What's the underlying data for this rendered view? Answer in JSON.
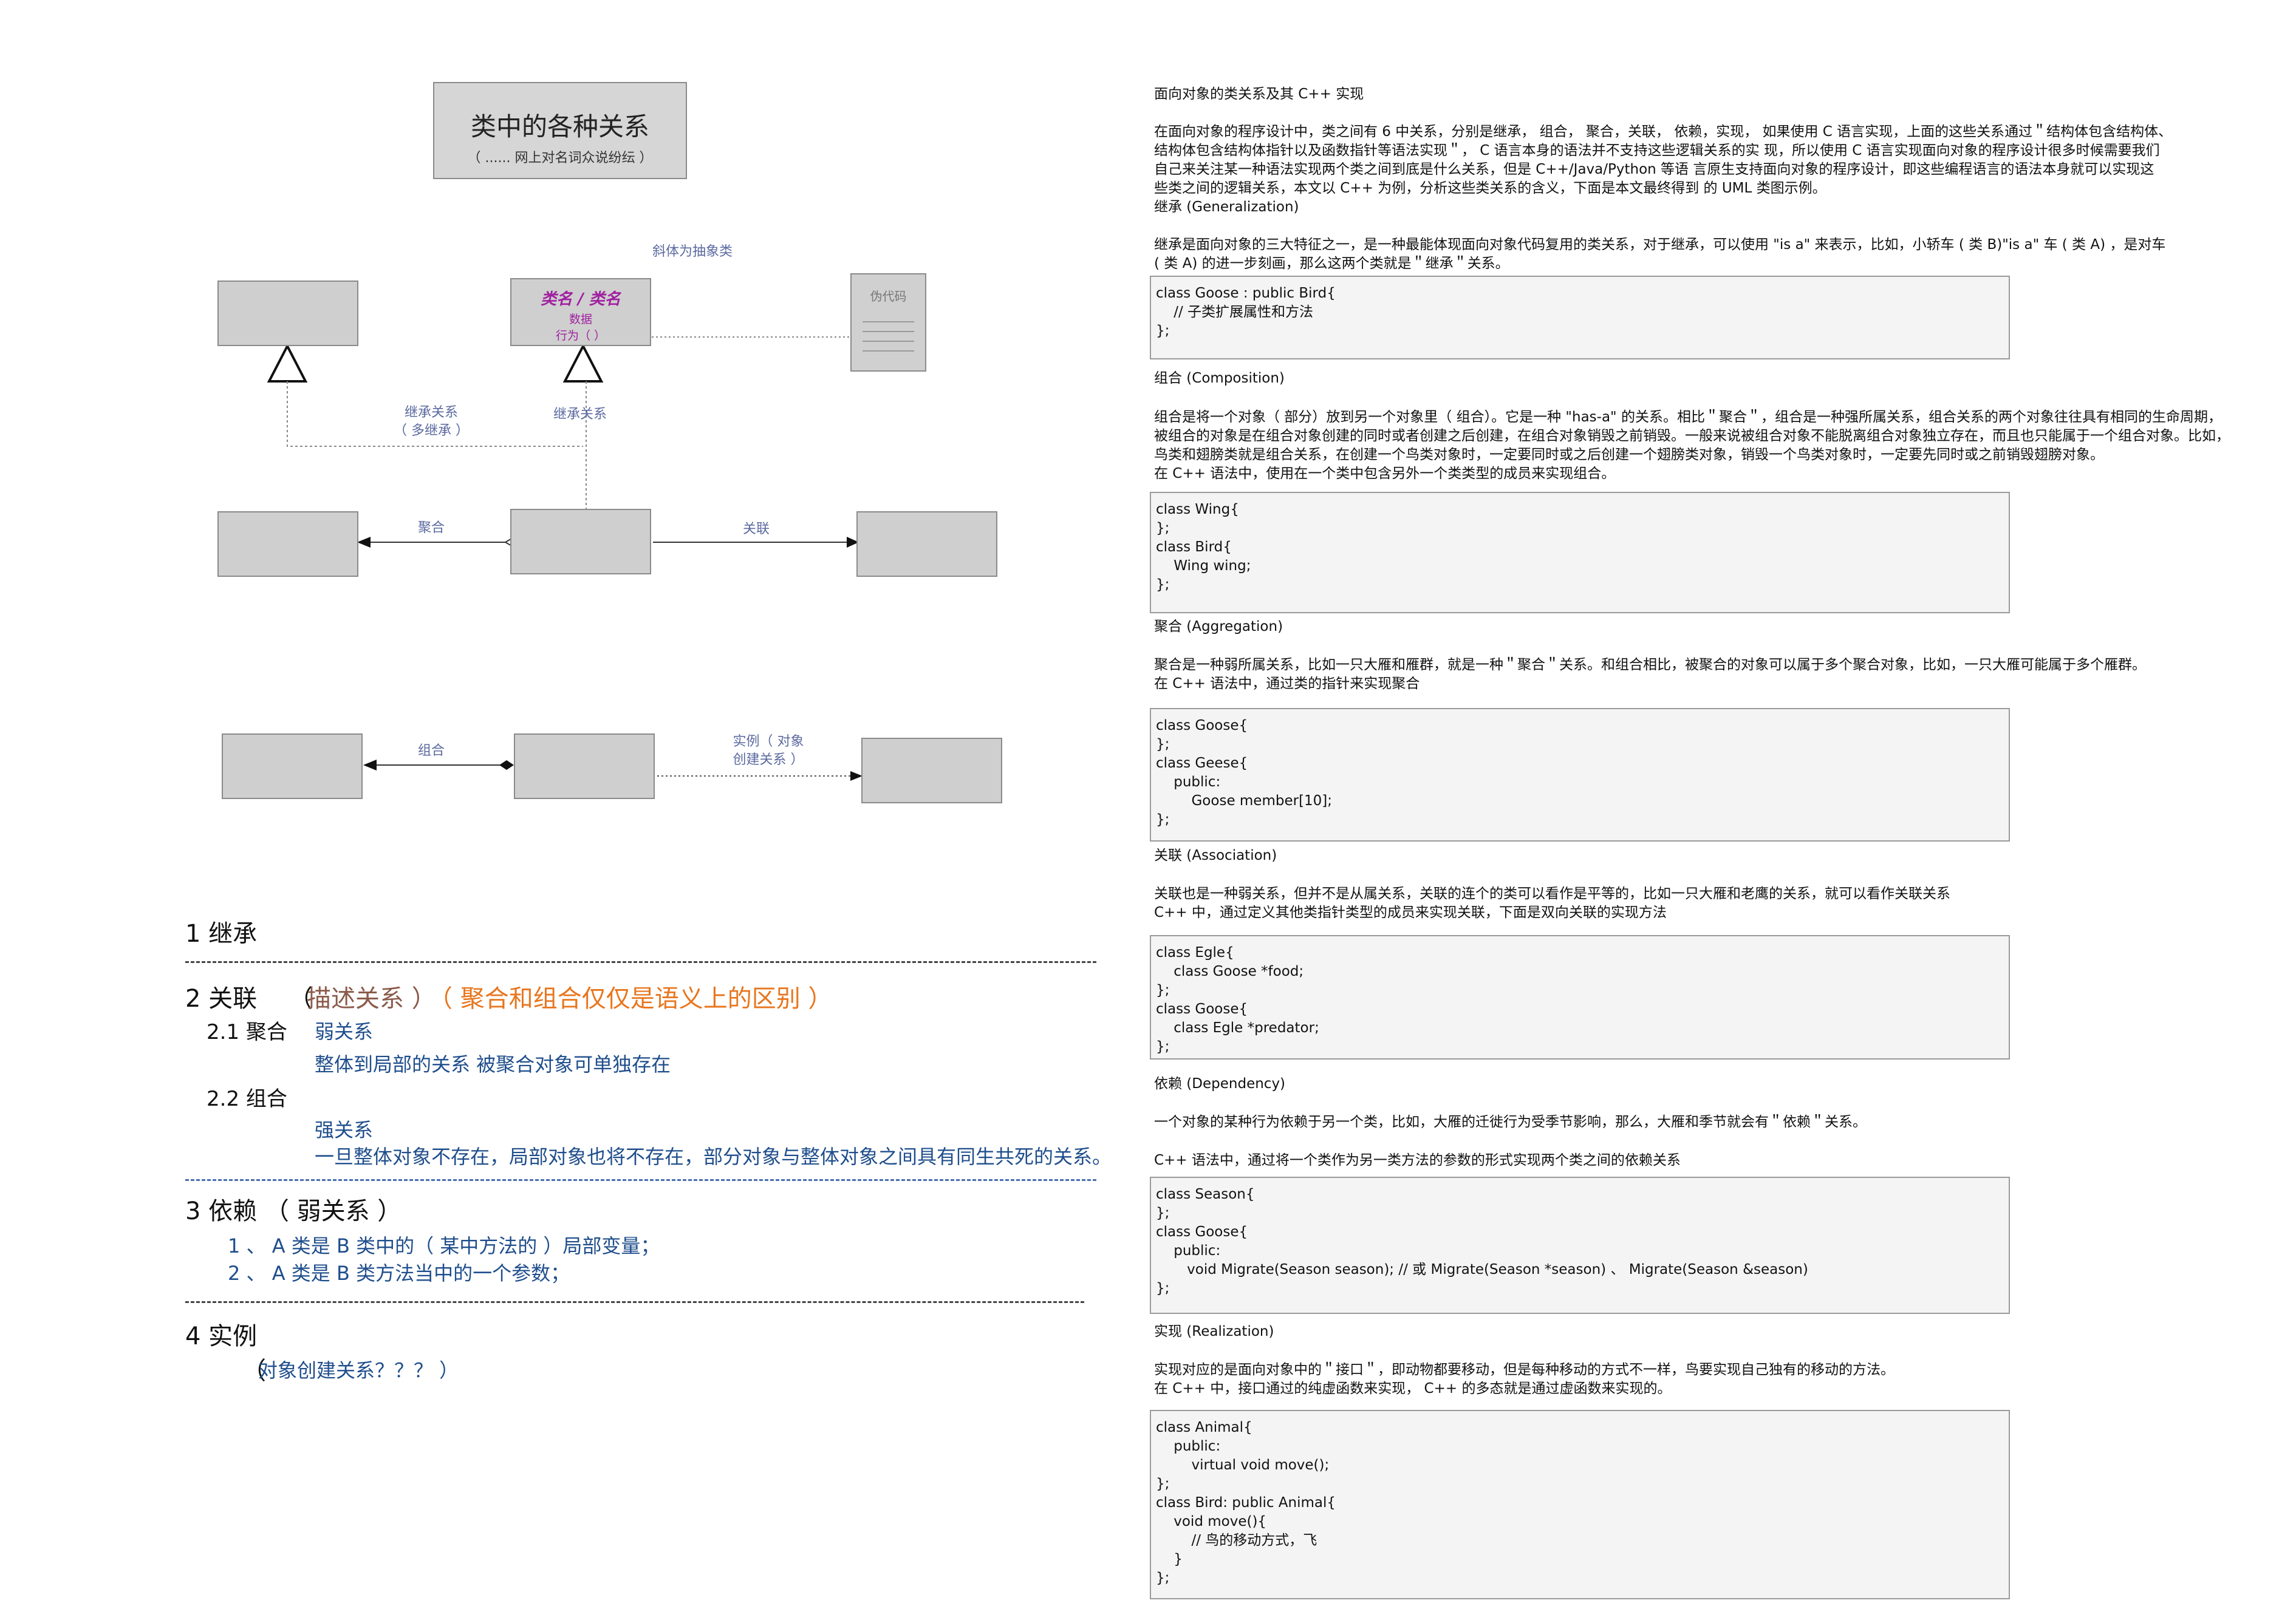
{
  "diagram": {
    "title": "类中的各种关系",
    "subtitle": "（ ...... 网上对名词众说纷纭 ）",
    "abstract_note": "斜体为抽象类",
    "abstract_class": {
      "name": "类名 / 类名",
      "data": "数据",
      "behavior": "行为（ ）"
    },
    "pseudocode_label": "伪代码",
    "labels": {
      "inherit_multi": "继承关系\n（ 多继承 ）",
      "inherit": "继承关系",
      "aggregation": "聚合",
      "association": "关联",
      "composition": "组合",
      "instance": "实例（ 对象\n创建关系 ）"
    }
  },
  "summary": {
    "s1": "1 继承",
    "s2": "2 关联",
    "s2_desc": "描述关系 ）",
    "s2_open": "（",
    "s2_note": "（ 聚合和组合仅仅是语义上的区别 ）",
    "s21": "2.1 聚合",
    "s21_a": "弱关系",
    "s21_b": "整体到局部的关系  被聚合对象可单独存在",
    "s22": "2.2 组合",
    "s22_a": "强关系",
    "s22_b": "一旦整体对象不存在，局部对象也将不存在，部分对象与整体对象之间具有同生共死的关系。",
    "s3": "3  依赖 （ 弱关系  ）",
    "s3_a": "1 、 A 类是 B 类中的（ 某中方法的 ）局部变量；",
    "s3_b": "2 、 A 类是 B 类方法当中的一个参数；",
    "s4": "4  实例",
    "s4_open": "（",
    "s4_a": "对象创建关系？？？ ）"
  },
  "article": {
    "heading": "面向对象的类关系及其 C++ 实现",
    "intro": "在面向对象的程序设计中，类之间有 6 中关系，分别是继承， 组合， 聚合，关联， 依赖，实现， 如果使用 C 语言实现，上面的这些关系通过＂结构体包含结构体、\n结构体包含结构体指针以及函数指针等语法实现＂， C 语言本身的语法并不支持这些逻辑关系的实 现，所以使用 C 语言实现面向对象的程序设计很多时候需要我们\n自己来关注某一种语法实现两个类之间到底是什么关系，但是 C++/Java/Python 等语 言原生支持面向对象的程序设计，即这些编程语言的语法本身就可以实现这\n些类之间的逻辑关系，本文以 C++ 为例，分析这些类关系的含义，下面是本文最终得到 的 UML 类图示例。\n继承 (Generalization)",
    "inherit_text": "继承是面向对象的三大特征之一，是一种最能体现面向对象代码复用的类关系，对于继承，可以使用 \"is a\" 来表示，比如，小轿车 ( 类 B)\"is a\" 车 ( 类 A) ，是对车\n( 类 A) 的进一步刻画，那么这两个类就是＂继承＂关系。",
    "inherit_code": "class Goose : public Bird{\n    // 子类扩展属性和方法\n};",
    "comp_head": "组合 (Composition)",
    "comp_text": "组合是将一个对象（ 部分）放到另一个对象里（ 组合）。它是一种 \"has-a\" 的关系。相比＂聚合＂，组合是一种强所属关系，组合关系的两个对象往往具有相同的生命周期，\n被组合的对象是在组合对象创建的同时或者创建之后创建，在组合对象销毁之前销毁。一般来说被组合对象不能脱离组合对象独立存在，而且也只能属于一个组合对象。比如，\n鸟类和翅膀类就是组合关系，在创建一个鸟类对象时，一定要同时或之后创建一个翅膀类对象，销毁一个鸟类对象时，一定要先同时或之前销毁翅膀对象。\n在 C++ 语法中，使用在一个类中包含另外一个类类型的成员来实现组合。",
    "comp_code": "class Wing{\n};\nclass Bird{\n    Wing wing;\n};",
    "agg_head": "聚合 (Aggregation)",
    "agg_text": "聚合是一种弱所属关系，比如一只大雁和雁群，就是一种＂聚合＂关系。和组合相比，被聚合的对象可以属于多个聚合对象，比如，一只大雁可能属于多个雁群。\n在 C++ 语法中，通过类的指针来实现聚合",
    "agg_code": "class Goose{\n};\nclass Geese{\n    public:\n        Goose member[10];\n};",
    "assoc_head": "关联 (Association)",
    "assoc_text": "关联也是一种弱关系，但并不是从属关系，关联的连个的类可以看作是平等的，比如一只大雁和老鹰的关系，就可以看作关联关系\nC++ 中，通过定义其他类指针类型的成员来实现关联，下面是双向关联的实现方法",
    "assoc_code": "class Egle{\n    class Goose *food;\n};\nclass Goose{\n    class Egle *predator;\n};",
    "dep_head": "依赖 (Dependency)",
    "dep_text1": "一个对象的某种行为依赖于另一个类，比如，大雁的迁徙行为受季节影响，那么，大雁和季节就会有＂依赖＂关系。",
    "dep_text2": "C++ 语法中，通过将一个类作为另一类方法的参数的形式实现两个类之间的依赖关系",
    "dep_code": "class Season{\n};\nclass Goose{\n    public:\n       void Migrate(Season season); // 或 Migrate(Season *season) 、 Migrate(Season &season)\n};",
    "real_head": "实现 (Realization)",
    "real_text": "实现对应的是面向对象中的＂接口＂，即动物都要移动，但是每种移动的方式不一样，鸟要实现自己独有的移动的方法。\n在 C++ 中，接口通过的纯虚函数来实现， C++ 的多态就是通过虚函数来实现的。",
    "real_code": "class Animal{\n    public:\n        virtual void move();\n};\nclass Bird: public Animal{\n    void move(){\n        // 鸟的移动方式，飞\n    }\n};"
  },
  "colors": {
    "label_blue": "#5b6aa0",
    "abstract_purple": "#a020a0",
    "text_blue": "#1f4e8c",
    "orange": "#e8761e",
    "brown": "#8b5a4a"
  }
}
